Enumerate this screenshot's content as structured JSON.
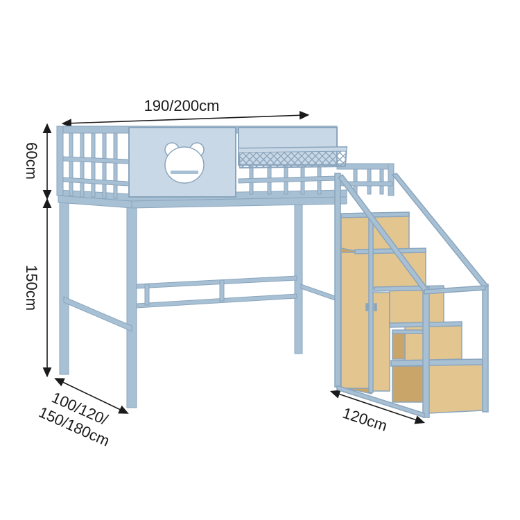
{
  "dimensions": {
    "length": "190/200cm",
    "guardrail_height": "60cm",
    "clearance_height": "150cm",
    "width_line1": "100/120/",
    "width_line2": "150/180cm",
    "stair_depth": "120cm"
  },
  "colors": {
    "frame": "#a8c0d4",
    "frame_dark": "#8aa5bd",
    "panel": "#c9d8e6",
    "wood": "#e3c58f",
    "wood_dark": "#caa56a",
    "ink": "#1a1a1a"
  }
}
